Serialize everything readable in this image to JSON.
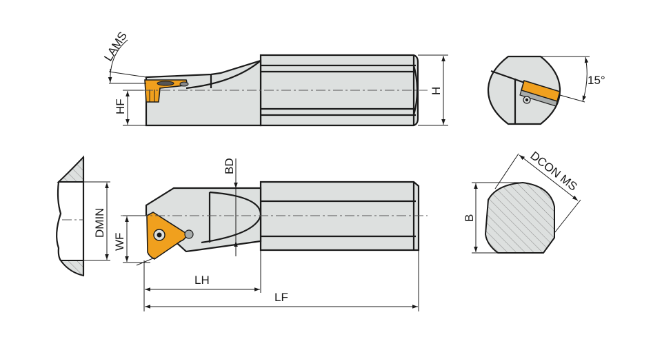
{
  "drawing": {
    "title": "Internal threading tool holder dimension drawing",
    "colors": {
      "body_fill": "#dde0df",
      "insert_fill": "#f0a01e",
      "line": "#1a1a1a"
    },
    "side_view": {
      "labels": {
        "lams": "LAMS",
        "hf": "HF",
        "h": "H"
      }
    },
    "end_view": {
      "labels": {
        "angle": "15°"
      }
    },
    "top_view": {
      "labels": {
        "dmin": "DMIN",
        "wf": "WF",
        "bd": "BD",
        "lh": "LH",
        "lf": "LF"
      }
    },
    "section_view": {
      "labels": {
        "b": "B",
        "dcon": "DCON MS"
      }
    }
  }
}
